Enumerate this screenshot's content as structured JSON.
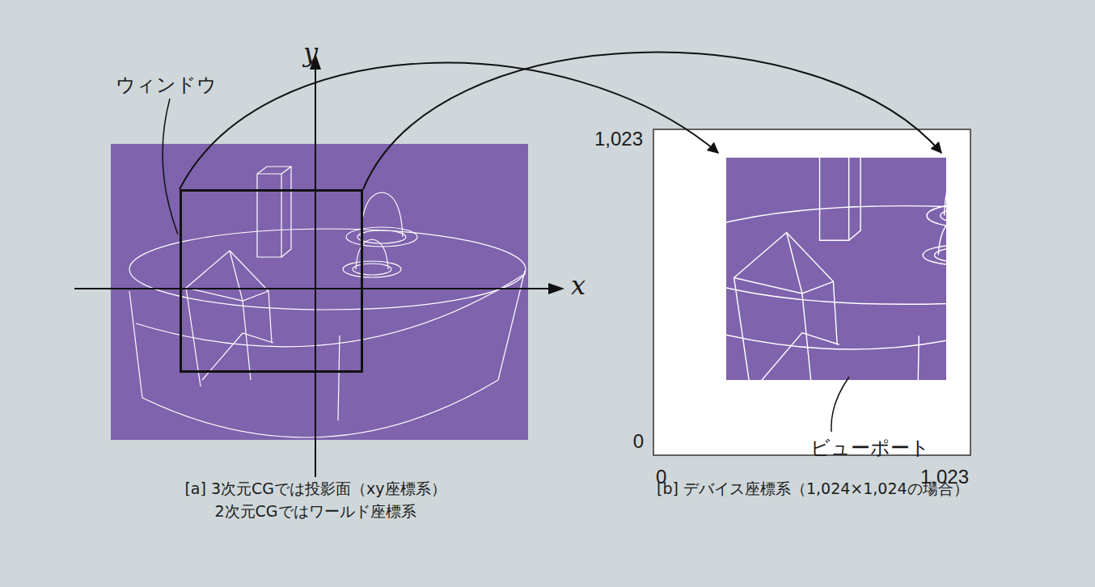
{
  "diagram": {
    "nodes": [
      {
        "text": [
          "ウィンドウ"
        ]
      },
      {
        "text": [
          "ビューポート"
        ]
      }
    ],
    "edges": [
      {
        "from": 0,
        "to": 1,
        "arrow": "to"
      },
      {
        "from": 0,
        "to": 1,
        "arrow": "to"
      }
    ],
    "labels": [
      "y",
      "x",
      "1,023",
      "0",
      "0",
      "1,023",
      "[a] 3次元CGでは投影面（xy座標系）",
      "2次元CGではワールド座標系",
      "[b] デバイス座標系（1,024×1,024の場合）"
    ]
  }
}
